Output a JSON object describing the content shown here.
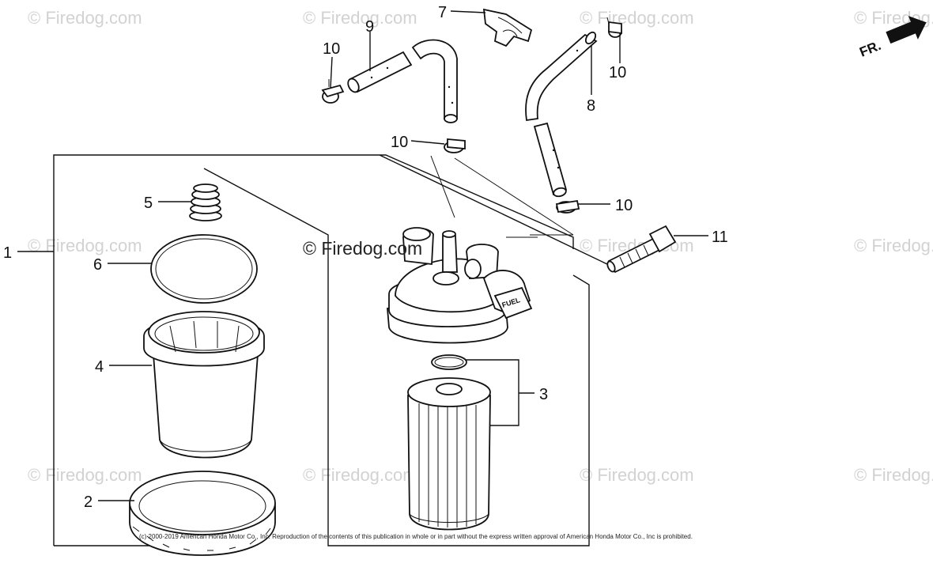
{
  "watermark_text": "© Firedog.com",
  "front_indicator": "FR.",
  "fuel_label": "FUEL",
  "copyright": "(c) 2000-2019 American Honda Motor Co., Inc. Reproduction of the contents of this publication in whole or in part without the express written approval of American Honda Motor Co., Inc is prohibited.",
  "callouts": {
    "c1": "1",
    "c2": "2",
    "c3": "3",
    "c4": "4",
    "c5": "5",
    "c6": "6",
    "c7": "7",
    "c8": "8",
    "c9": "9",
    "c10a": "10",
    "c10b": "10",
    "c10c": "10",
    "c10d": "10",
    "c11": "11"
  }
}
